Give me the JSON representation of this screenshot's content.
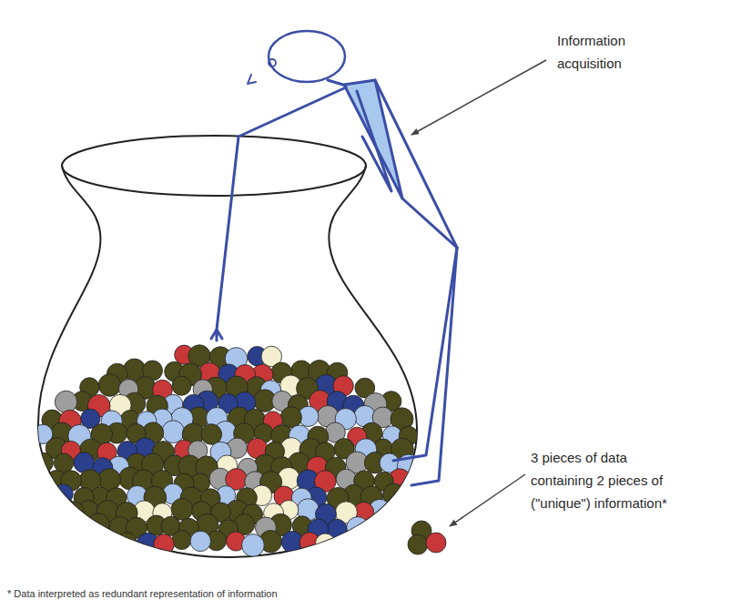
{
  "diagram": {
    "labels": [
      "Information acquisition",
      "3 pieces of data containing 2 pieces of (\"unique\") information*",
      "* Data interpreted as redundant representation of information"
    ]
  }
}
